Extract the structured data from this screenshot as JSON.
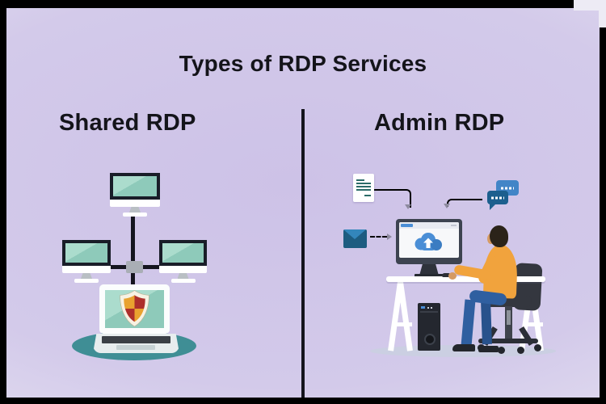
{
  "title": "Types of RDP Services",
  "sections": [
    {
      "label": "Shared RDP"
    },
    {
      "label": "Admin RDP"
    }
  ],
  "icons": {
    "monitor": "teal desktop monitor",
    "laptop": "laptop computer",
    "shield": "quartered security shield",
    "network-junction": "connector block linking monitors",
    "document": "text document page",
    "chat-bubbles": "two chat message bubbles",
    "email": "envelope",
    "cloud-upload": "cloud with upload arrow on monitor screen",
    "desktop-computer": "monitor on desk",
    "pc-tower": "desktop tower case",
    "person": "man in orange sweater seated at desk",
    "office-chair": "dark swivel office chair"
  },
  "colors": {
    "frame": "#000000",
    "background-center": "#cdc2e7",
    "background-edge": "#efedf6",
    "text": "#14141a",
    "divider": "#14141d",
    "monitor-frame": "#191d28",
    "screen-teal": "#93cec0",
    "connector": "#15151f",
    "shield-orange": "#e9a22f",
    "shield-red": "#ad2f2b",
    "laptop-shadow-teal": "#3f8e95",
    "doc-line-teal": "#2b6b68",
    "line-gray": "#8d8a9e",
    "chat-blue": "#4285c7",
    "icon-blue": "#4a8ed6",
    "icon-blue-dark": "#1c5f8e",
    "admin-monitor-frame": "#3d4350",
    "desk-white": "#ffffff",
    "sweater-orange": "#f1a33d",
    "jeans-blue": "#2f5fa0",
    "skin": "#d59a63",
    "hair": "#2b2319",
    "chair-dark": "#34373f",
    "floor-shadow": "#cbcfe2"
  }
}
